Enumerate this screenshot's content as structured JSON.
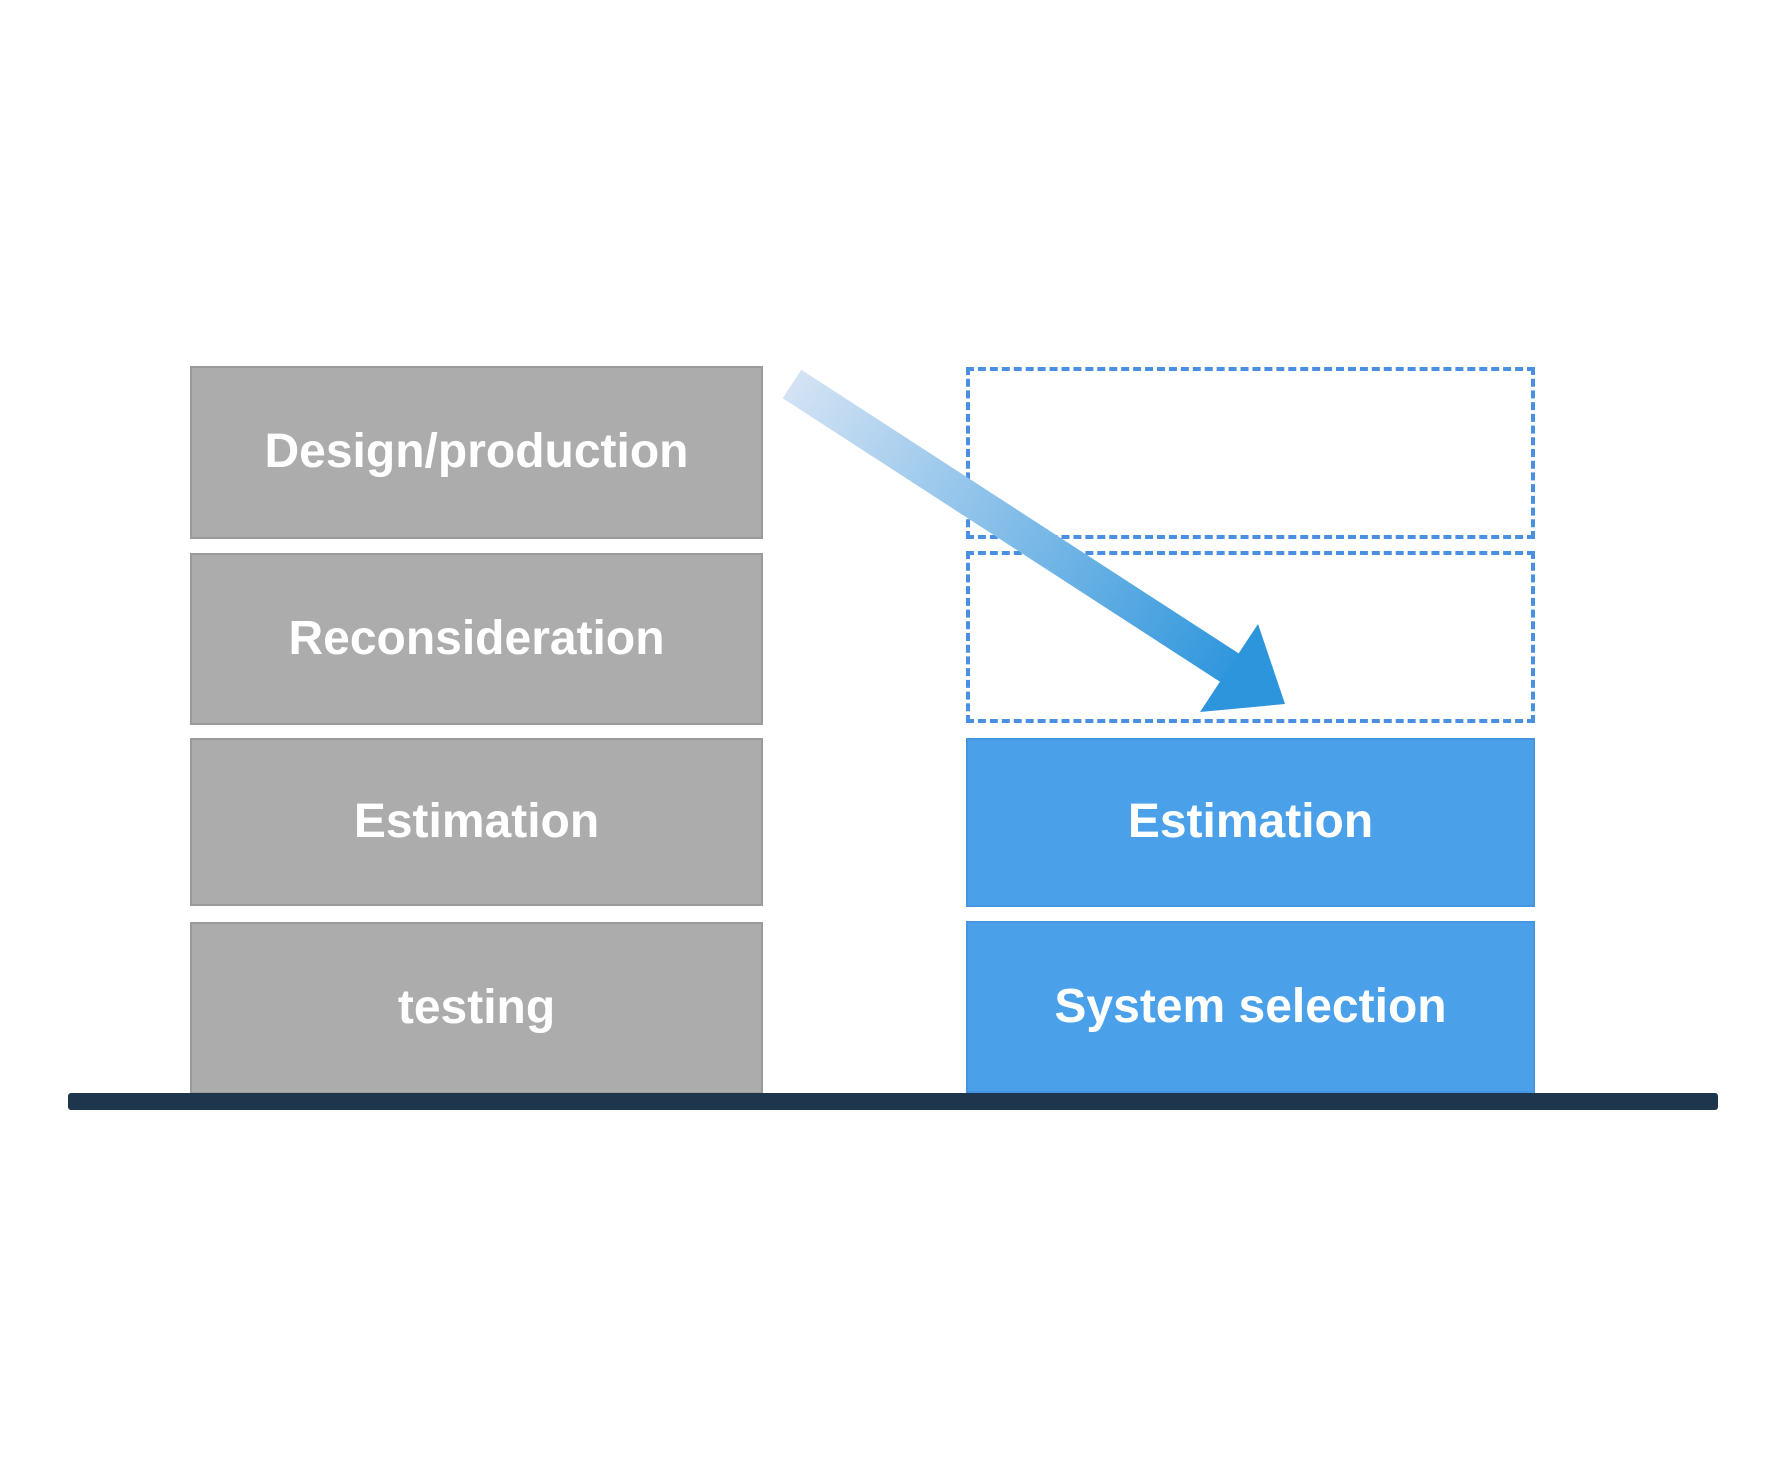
{
  "left_stack": {
    "fill_color": "#acacac",
    "text_color": "#ffffff",
    "blocks": [
      {
        "label": "Design/production"
      },
      {
        "label": "Reconsideration"
      },
      {
        "label": "Estimation"
      },
      {
        "label": "testing"
      }
    ]
  },
  "right_stack": {
    "fill_color": "#4ba0ea",
    "text_color": "#ffffff",
    "dashed_border_color": "#4a90e2",
    "empty_slot_count": 2,
    "blocks": [
      {
        "label": "Estimation"
      },
      {
        "label": "System selection"
      }
    ]
  },
  "arrow": {
    "gradient_start_color": "#d4e3f4",
    "gradient_end_color": "#2d95dc"
  },
  "baseline": {
    "color": "#1e364d"
  }
}
